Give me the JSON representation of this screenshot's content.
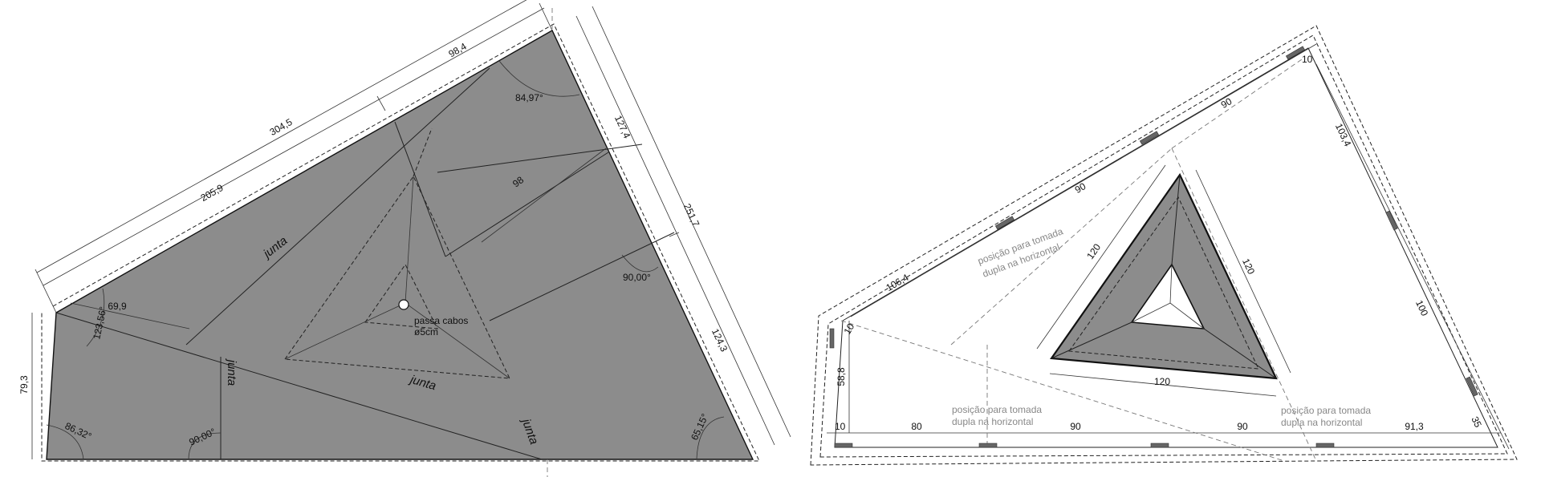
{
  "left_plan": {
    "dimensions": {
      "top_total": "304,5",
      "top_a": "205,9",
      "top_b": "98,4",
      "right_total": "251,7",
      "right_a": "127,4",
      "right_b": "124,3",
      "left_height": "79,3",
      "inner_top": "69,9",
      "inner_mid": "98"
    },
    "angles": {
      "top_right": "84,97°",
      "left_upper": "123,56°",
      "bottom_left": "86,32°",
      "bottom_mid": "90,00°",
      "right_mid": "90,00°",
      "bottom_right": "65,15°"
    },
    "labels": {
      "joint_1": "junta",
      "joint_2": "junta",
      "joint_3": "junta",
      "joint_4": "junta",
      "cable_pass_1": "passa cabos",
      "cable_pass_2": "ø5cm"
    }
  },
  "right_plan": {
    "dimensions": {
      "top_edge_1": "90",
      "top_edge_2": "90",
      "left_edge": "106,4",
      "right_edge_top": "103,4",
      "right_edge_bottom": "100",
      "right_end": "35",
      "corner_top_right": "10",
      "corner_left": "10",
      "left_vertical": "58,8",
      "bottom_1": "10",
      "bottom_2": "80",
      "bottom_3": "90",
      "bottom_4": "90",
      "bottom_5": "91,3",
      "tri_left": "120",
      "tri_right": "120",
      "tri_bottom": "120"
    },
    "notes": {
      "outlet_a_1": "posição para tomada",
      "outlet_a_2": "dupla na horizontal",
      "outlet_b_1": "posição para tomada",
      "outlet_b_2": "dupla na horizontal",
      "outlet_c_1": "posição para tomada",
      "outlet_c_2": "dupla na horizontal"
    }
  },
  "colors": {
    "panel_fill": "#8c8c8c",
    "line": "#222222",
    "note_text": "#888888"
  }
}
